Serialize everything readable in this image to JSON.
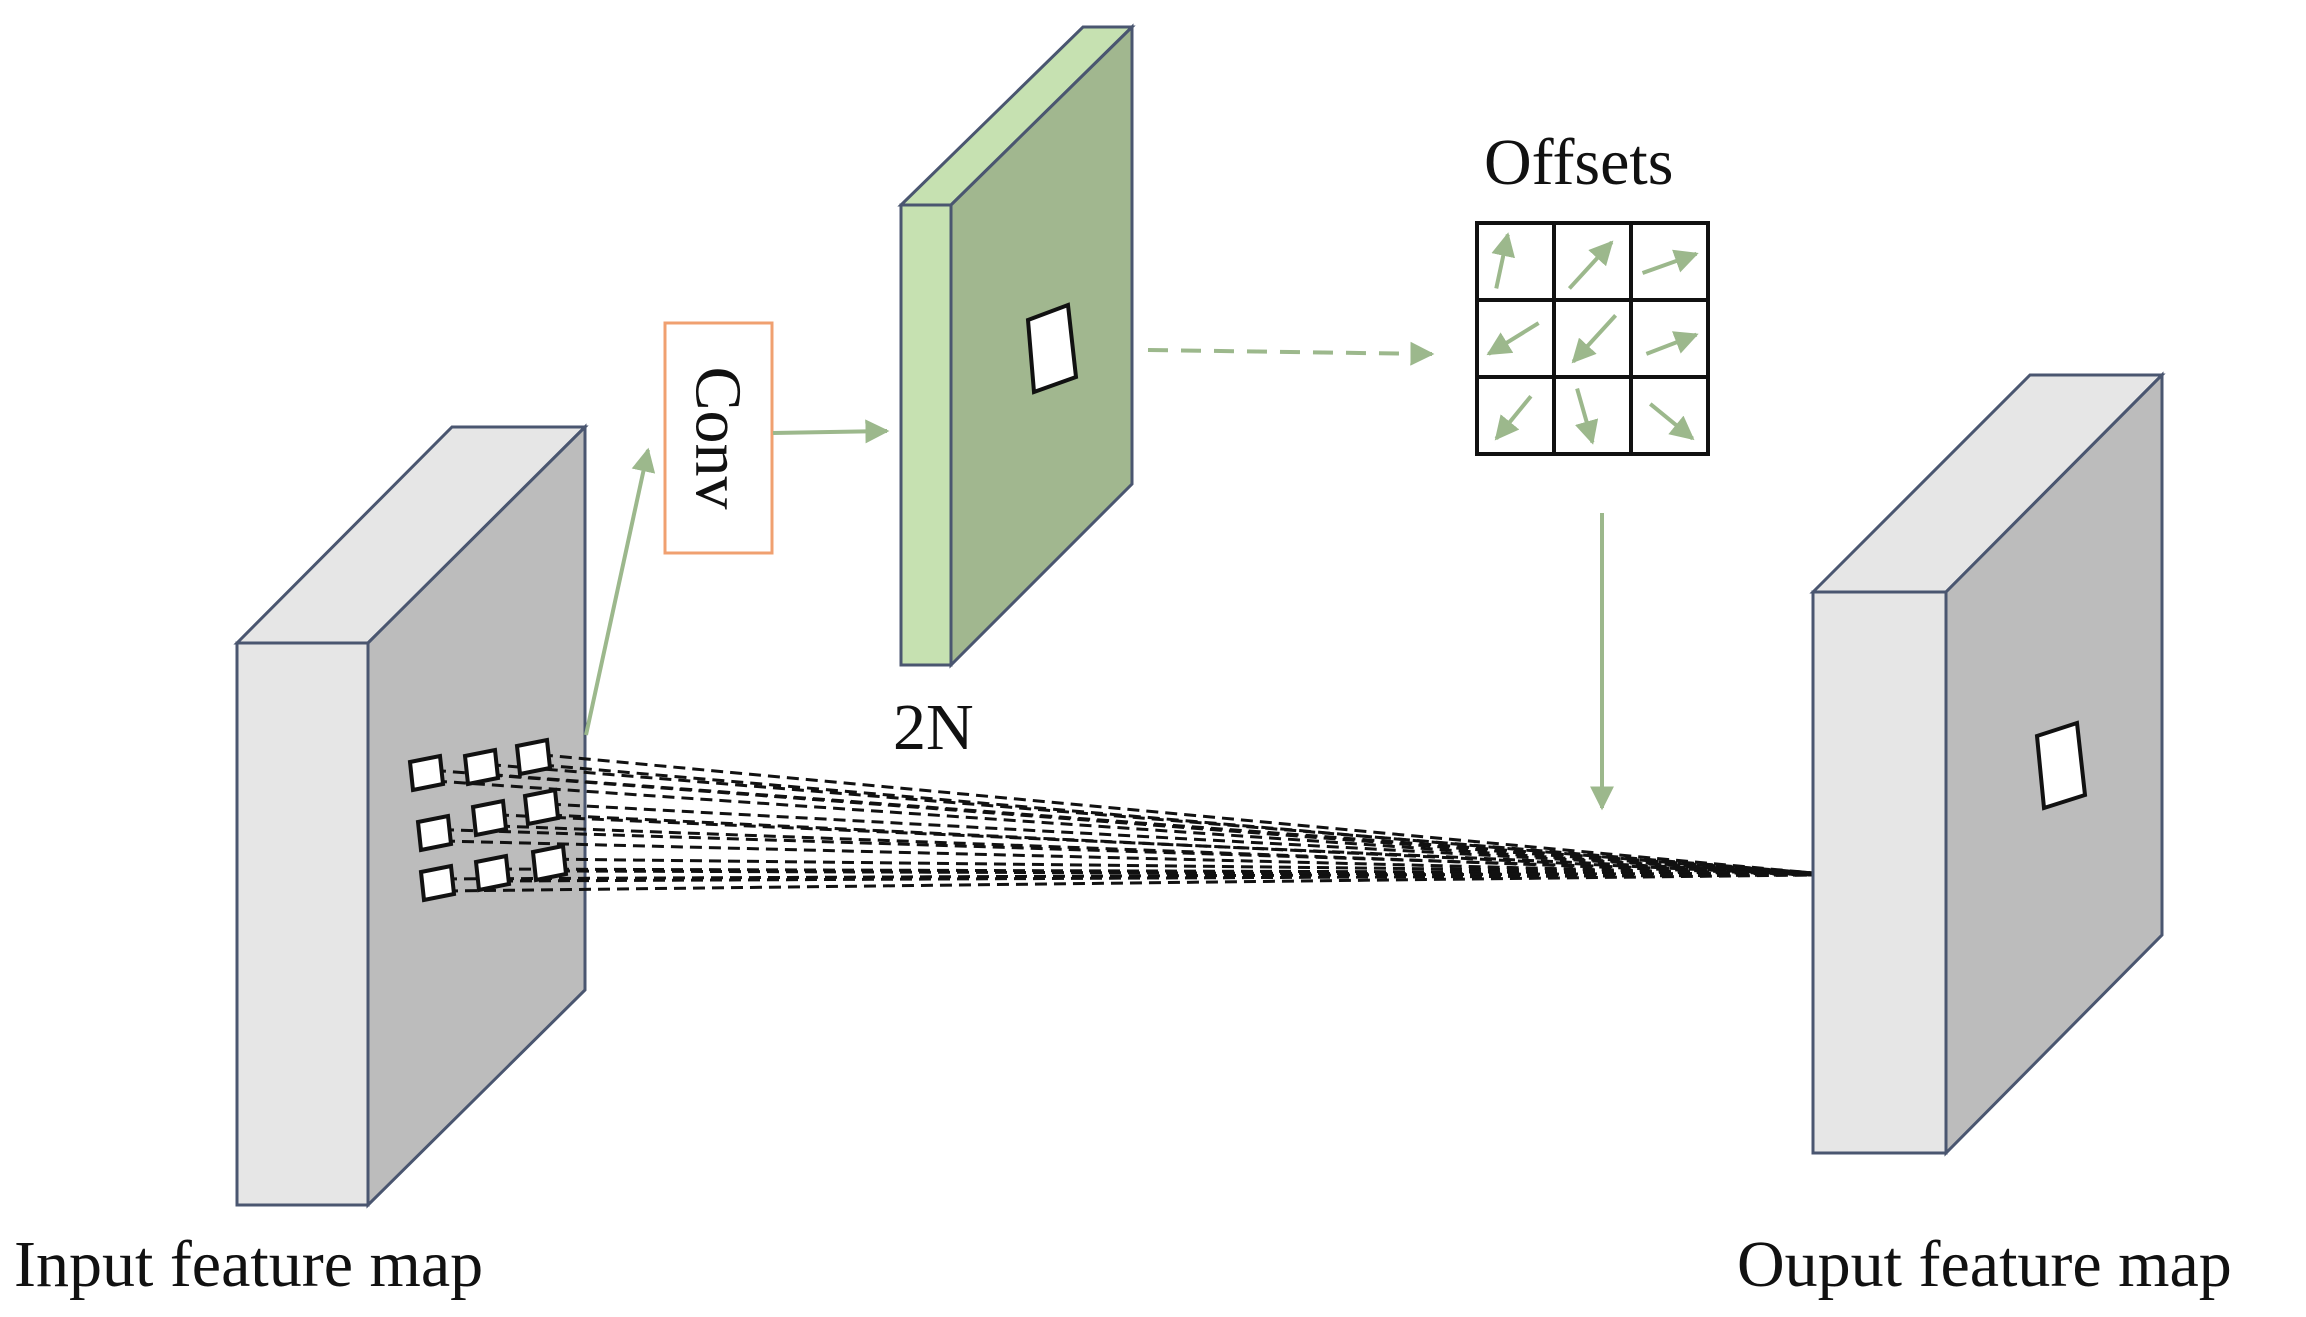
{
  "labels": {
    "conv": "Conv",
    "channels": "2N",
    "offsets": "Offsets",
    "input": "Input feature map",
    "output": "Ouput feature map"
  },
  "colors": {
    "block_face": "#bcbcbc",
    "block_side": "#e6e6e6",
    "block_top": "#e6e6e6",
    "block_stroke": "#4a5670",
    "green_face": "#a1b78f",
    "green_light": "#c6e1b1",
    "arrow_green": "#9cb88c",
    "conv_border": "#f0a070",
    "line_dark": "#111111"
  },
  "offsets_grid": {
    "rows": 3,
    "cols": 3,
    "arrows": [
      [
        0.25,
        0.85,
        0.4,
        0.15
      ],
      [
        0.2,
        0.85,
        0.75,
        0.25
      ],
      [
        0.15,
        0.65,
        0.85,
        0.4
      ],
      [
        0.8,
        0.3,
        0.15,
        0.7
      ],
      [
        0.8,
        0.2,
        0.25,
        0.8
      ],
      [
        0.2,
        0.7,
        0.85,
        0.45
      ],
      [
        0.7,
        0.25,
        0.25,
        0.8
      ],
      [
        0.3,
        0.15,
        0.5,
        0.85
      ],
      [
        0.25,
        0.35,
        0.8,
        0.8
      ]
    ]
  }
}
